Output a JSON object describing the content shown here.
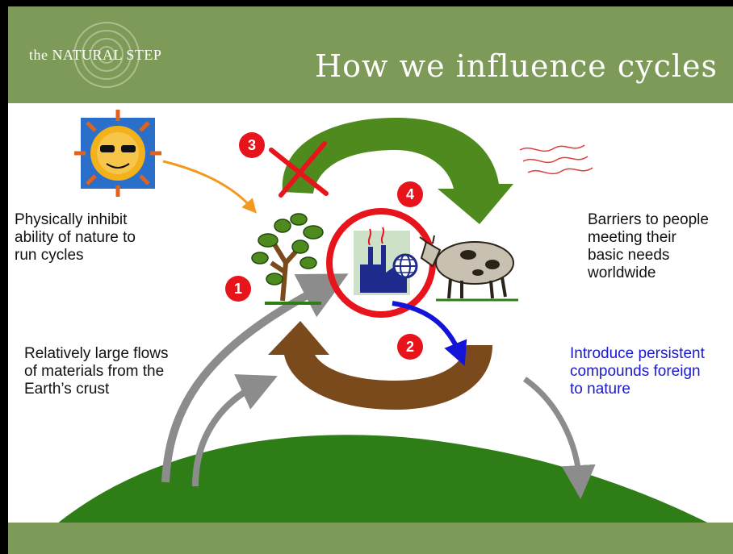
{
  "header": {
    "logo_text": "the NATURAL STEP",
    "title": "How we influence cycles"
  },
  "labels": {
    "physically_inhibit": [
      "Physically inhibit",
      "ability of nature to",
      "run cycles"
    ],
    "barriers": [
      "Barriers to people",
      "meeting their",
      "basic needs",
      "worldwide"
    ],
    "relatively_large": [
      "Relatively large flows",
      "of materials from the",
      "Earth’s crust"
    ],
    "introduce": [
      "Introduce persistent",
      "compounds foreign",
      "to nature"
    ]
  },
  "badges": [
    "1",
    "2",
    "3",
    "4"
  ],
  "colors": {
    "header": "#7e9a58",
    "green_arrow": "#4f8a1e",
    "brown_arrow": "#7b4a1c",
    "badge": "#e8141c",
    "hill": "#2f7d16",
    "blue_text": "#1a1acc"
  },
  "icons": [
    "sun-icon",
    "tree-icon",
    "cow-icon",
    "factory-icon",
    "globe-icon",
    "heat-waves-icon",
    "cross-icon"
  ]
}
